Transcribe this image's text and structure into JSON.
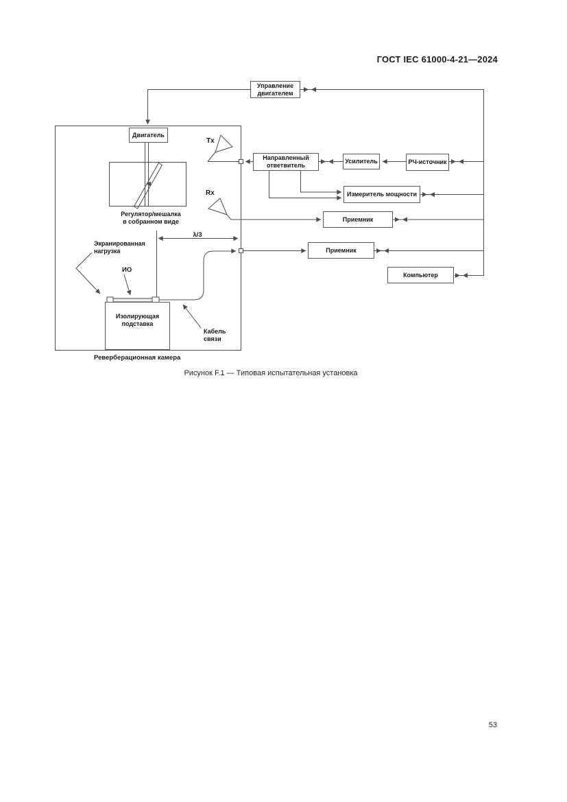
{
  "page": {
    "header": "ГОСТ IEC 61000-4-21—2024",
    "caption": "Рисунок F.1 — Типовая испытательная установка",
    "page_number": "53"
  },
  "diagram": {
    "boxes": {
      "motor_control": "Управление двигателем",
      "motor": "Двигатель",
      "directional_coupler": "Направленный ответвитель",
      "amplifier": "Усилитель",
      "rf_source": "РЧ-источник",
      "power_meter": "Измеритель мощности",
      "receiver_1": "Приемник",
      "receiver_2": "Приемник",
      "computer": "Компьютер",
      "insulating_support": "Изолирующая подставка"
    },
    "labels": {
      "tx": "Tx",
      "rx": "Rx",
      "lambda_third": "λ/3",
      "stirrer": "Регулятор/мешалка\nв собранном виде",
      "shielded_load": "Экранированная\nнагрузка",
      "eut": "ИО",
      "comm_cable": "Кабель\nсвязи",
      "chamber": "Реверберационная камера"
    },
    "colors": {
      "line": "#4d4d4d",
      "text": "#161616"
    }
  }
}
